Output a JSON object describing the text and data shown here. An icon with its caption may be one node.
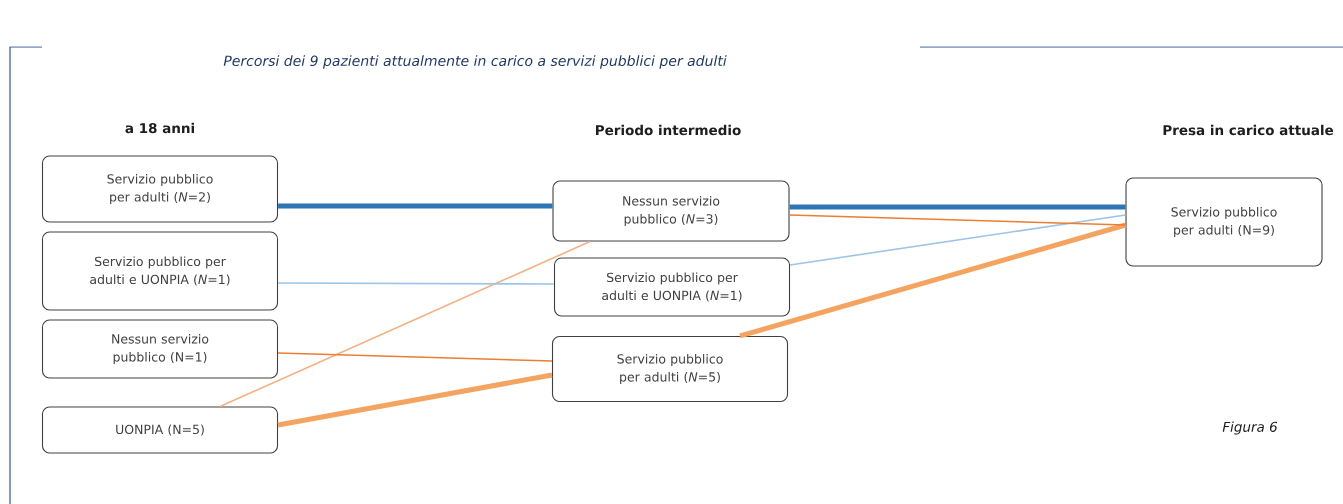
{
  "diagram": {
    "title": "Percorsi dei 9 pazienti attualmente in carico a servizi pubblici  per adulti",
    "nodes": [
      {
        "text": [
          "Servizio pubblico per adulti (*N*=2)"
        ]
      },
      {
        "text": [
          "Servizio pubblico per adulti e UONPIA (*N*=1)"
        ]
      },
      {
        "text": [
          "Nessun servizio pubblico (N=1)"
        ]
      },
      {
        "text": [
          "UONPIA (N=5)"
        ]
      },
      {
        "text": [
          "Nessun servizio pubblico (*N*=3)"
        ]
      },
      {
        "text": [
          "Servizio pubblico per adulti e UONPIA (*N*=1)"
        ]
      },
      {
        "text": [
          "Servizio pubblico per adulti (*N*=5)"
        ]
      },
      {
        "text": [
          "Servizio pubblico per adulti (N=9)"
        ]
      }
    ],
    "edges": [
      {
        "from": 0,
        "to": 4,
        "arrow": "none",
        "style": "thick",
        "color": "#2e75b6"
      },
      {
        "from": 1,
        "to": 5,
        "arrow": "none",
        "color": "#9dc3e6"
      },
      {
        "from": 2,
        "to": 6,
        "arrow": "none",
        "color": "#ed7d31"
      },
      {
        "from": 3,
        "to": 4,
        "arrow": "none",
        "color": "#f4b183"
      },
      {
        "from": 3,
        "to": 6,
        "arrow": "none",
        "style": "thick",
        "color": "#f4a460"
      },
      {
        "from": 4,
        "to": 7,
        "arrow": "none",
        "style": "thick",
        "color": "#2e75b6"
      },
      {
        "from": 4,
        "to": 7,
        "arrow": "none",
        "color": "#ed7d31"
      },
      {
        "from": 5,
        "to": 7,
        "arrow": "none",
        "color": "#9dc3e6"
      },
      {
        "from": 6,
        "to": 7,
        "arrow": "none",
        "style": "thick",
        "color": "#f4a460"
      }
    ],
    "labels": [
      "a 18 anni",
      "Periodo intermedio",
      "Presa in carico attuale",
      "Figura 6"
    ]
  }
}
